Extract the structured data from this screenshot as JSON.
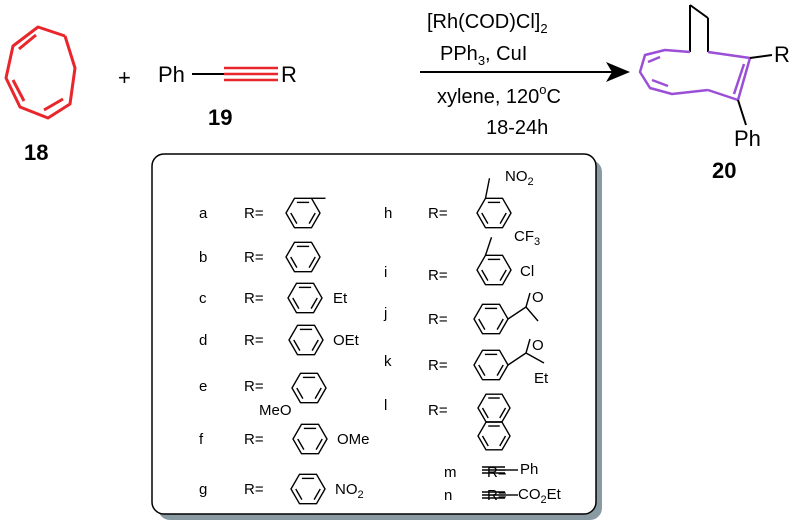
{
  "colors": {
    "cycloheptatriene": "#e8262b",
    "product_triene": "#9b4fd6",
    "box_shadow": "#8a9aa3",
    "ink": "#000000"
  },
  "reactant1": {
    "label": "18"
  },
  "plus": "+",
  "reactant2": {
    "label": "19",
    "left_group": "Ph",
    "right_group": "R"
  },
  "conditions": {
    "catalyst": "[Rh(COD)Cl]",
    "catalyst_sub": "2",
    "ligand_pre": "PPh",
    "ligand_sub": "3",
    "ligand_post": ", CuI",
    "solvent_temp": "xylene, 120",
    "temp_sup": "o",
    "temp_unit": "C",
    "time": "18-24h"
  },
  "product": {
    "label": "20",
    "r_group": "R",
    "ph_group": "Ph"
  },
  "substituents": [
    {
      "letter": "a",
      "r_label": "R="
    },
    {
      "letter": "b",
      "r_label": "R="
    },
    {
      "letter": "c",
      "r_label": "R=",
      "sub": "Et"
    },
    {
      "letter": "d",
      "r_label": "R=",
      "sub": "OEt"
    },
    {
      "letter": "e",
      "r_label": "R=",
      "sub": "MeO"
    },
    {
      "letter": "f",
      "r_label": "R=",
      "sub": "OMe"
    },
    {
      "letter": "g",
      "r_label": "R=",
      "sub": "NO",
      "sub_idx": "2"
    },
    {
      "letter": "h",
      "r_label": "R=",
      "sub": "NO",
      "sub_idx": "2"
    },
    {
      "letter": "i",
      "r_label": "R=",
      "sub1": "CF",
      "sub1_idx": "3",
      "sub2": "Cl"
    },
    {
      "letter": "j",
      "r_label": "R=",
      "sub": "O"
    },
    {
      "letter": "k",
      "r_label": "R=",
      "sub": "O",
      "sub2": "Et"
    },
    {
      "letter": "l",
      "r_label": "R="
    },
    {
      "letter": "m",
      "r_label": "R=",
      "sub": "Ph"
    },
    {
      "letter": "n",
      "r_label": "R=",
      "sub": "CO",
      "sub_idx": "2",
      "sub_post": "Et"
    }
  ]
}
